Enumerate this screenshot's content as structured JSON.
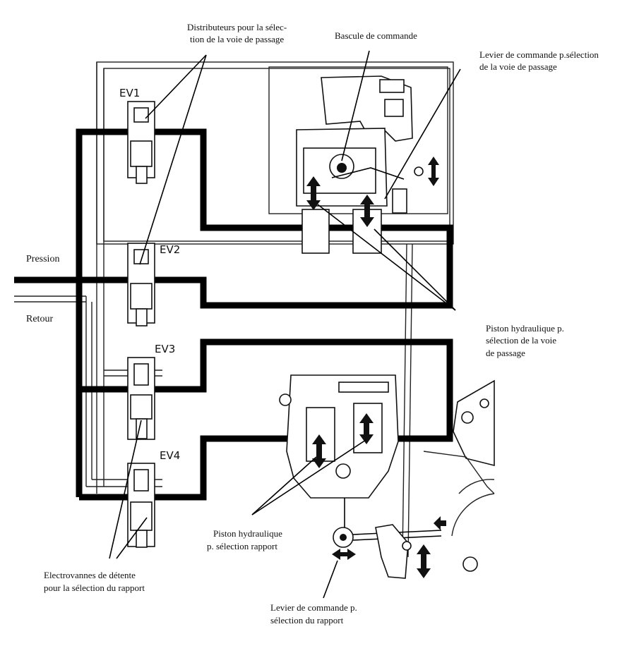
{
  "labels": {
    "distributeurs": [
      "Distributeurs pour la sélec-",
      "tion de la voie de passage"
    ],
    "bascule": "Bascule de commande",
    "levier_voie": [
      "Levier de commande p.sélection",
      "de la voie de passage"
    ],
    "pression": "Pression",
    "retour": "Retour",
    "piston_voie": [
      "Piston hydraulique p.",
      "sélection de la voie",
      "de passage"
    ],
    "piston_rapport": [
      "Piston hydraulique",
      "p. sélection rapport"
    ],
    "electrovannes": [
      "Electrovannes de détente",
      "pour la sélection du rapport"
    ],
    "levier_rapport": [
      "Levier de commande p.",
      "sélection du rapport"
    ]
  },
  "valves": [
    "EV1",
    "EV2",
    "EV3",
    "EV4"
  ]
}
